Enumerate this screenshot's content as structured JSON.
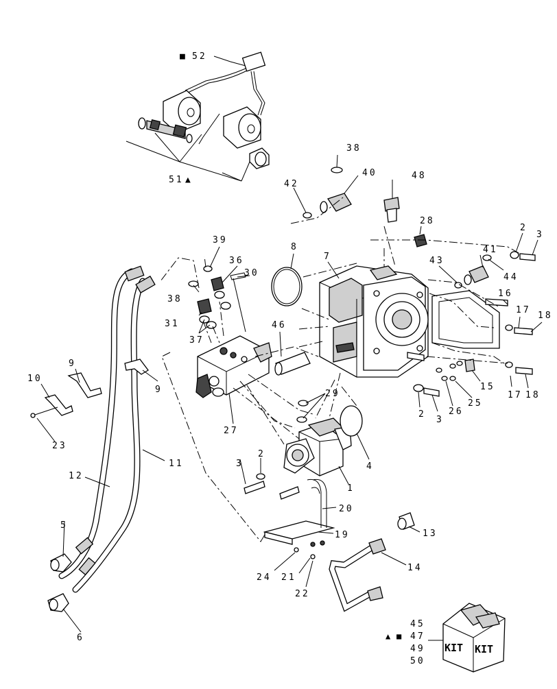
{
  "callouts": [
    {
      "id": "c52",
      "text": "52"
    },
    {
      "id": "c51",
      "text": "51"
    },
    {
      "id": "c38a",
      "text": "38"
    },
    {
      "id": "c40",
      "text": "40"
    },
    {
      "id": "c42",
      "text": "42"
    },
    {
      "id": "c48",
      "text": "48"
    },
    {
      "id": "c28",
      "text": "28"
    },
    {
      "id": "c2a",
      "text": "2"
    },
    {
      "id": "c3a",
      "text": "3"
    },
    {
      "id": "c41",
      "text": "41"
    },
    {
      "id": "c43",
      "text": "43"
    },
    {
      "id": "c44",
      "text": "44"
    },
    {
      "id": "c8",
      "text": "8"
    },
    {
      "id": "c7",
      "text": "7"
    },
    {
      "id": "c39",
      "text": "39"
    },
    {
      "id": "c36",
      "text": "36"
    },
    {
      "id": "c30",
      "text": "30"
    },
    {
      "id": "c38b",
      "text": "38"
    },
    {
      "id": "c31",
      "text": "31"
    },
    {
      "id": "c37",
      "text": "37"
    },
    {
      "id": "c16",
      "text": "16"
    },
    {
      "id": "c17a",
      "text": "17"
    },
    {
      "id": "c18a",
      "text": "18"
    },
    {
      "id": "c46",
      "text": "46"
    },
    {
      "id": "c9a",
      "text": "9"
    },
    {
      "id": "c9b",
      "text": "9"
    },
    {
      "id": "c10",
      "text": "10"
    },
    {
      "id": "c23",
      "text": "23"
    },
    {
      "id": "c27",
      "text": "27"
    },
    {
      "id": "c29",
      "text": "29"
    },
    {
      "id": "c15",
      "text": "15"
    },
    {
      "id": "c26",
      "text": "26"
    },
    {
      "id": "c25",
      "text": "25"
    },
    {
      "id": "c17b",
      "text": "17"
    },
    {
      "id": "c18b",
      "text": "18"
    },
    {
      "id": "c2b",
      "text": "2"
    },
    {
      "id": "c3b",
      "text": "3"
    },
    {
      "id": "c4",
      "text": "4"
    },
    {
      "id": "c11",
      "text": "11"
    },
    {
      "id": "c12",
      "text": "12"
    },
    {
      "id": "c3c",
      "text": "3"
    },
    {
      "id": "c2c",
      "text": "2"
    },
    {
      "id": "c1",
      "text": "1"
    },
    {
      "id": "c20",
      "text": "20"
    },
    {
      "id": "c5",
      "text": "5"
    },
    {
      "id": "c19",
      "text": "19"
    },
    {
      "id": "c13",
      "text": "13"
    },
    {
      "id": "c14",
      "text": "14"
    },
    {
      "id": "c24",
      "text": "24"
    },
    {
      "id": "c21",
      "text": "21"
    },
    {
      "id": "c22",
      "text": "22"
    },
    {
      "id": "c6",
      "text": "6"
    },
    {
      "id": "c45",
      "text": "45"
    },
    {
      "id": "c47",
      "text": "47"
    },
    {
      "id": "c49",
      "text": "49"
    },
    {
      "id": "c50",
      "text": "50"
    }
  ],
  "kit_box": {
    "label_left": "KIT",
    "label_right": "KIT"
  },
  "symbols": {
    "square": "■",
    "triangle": "▲"
  }
}
